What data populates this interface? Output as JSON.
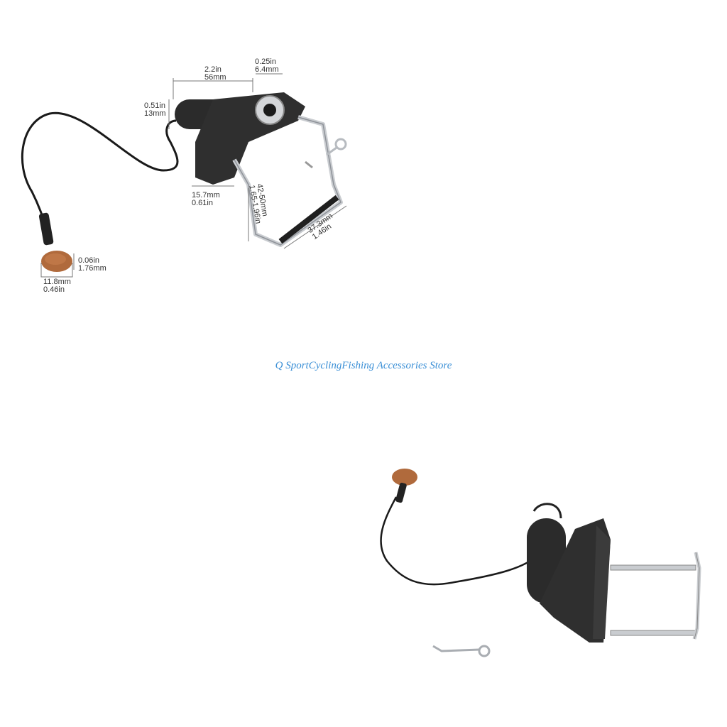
{
  "colors": {
    "background": "#ffffff",
    "watermark": "#3a8fd6",
    "body": "#2b2b2b",
    "metal": "#c9ccd0",
    "wood": "#b06a3c",
    "cable": "#1a1a1a",
    "dimension_text": "#333333"
  },
  "dimensions": {
    "barrel_length_in": "2.2in",
    "barrel_length_mm": "56mm",
    "jack_diameter_in": "0.25in",
    "jack_diameter_mm": "6.4mm",
    "barrel_diameter_in": "0.51in",
    "barrel_diameter_mm": "13mm",
    "base_width_mm": "15.7mm",
    "base_width_in": "0.61in",
    "clamp_range_mm": "42-50mm",
    "clamp_range_in": "1.65-1.96in",
    "clamp_width_mm": "37.3mm",
    "clamp_width_in": "1.46in",
    "sensor_thickness_in": "0.06in",
    "sensor_thickness_mm": "1.76mm",
    "sensor_width_mm": "11.8mm",
    "sensor_width_in": "0.46in"
  },
  "watermark": {
    "text": "Q SportCyclingFishing Accessories Store"
  }
}
